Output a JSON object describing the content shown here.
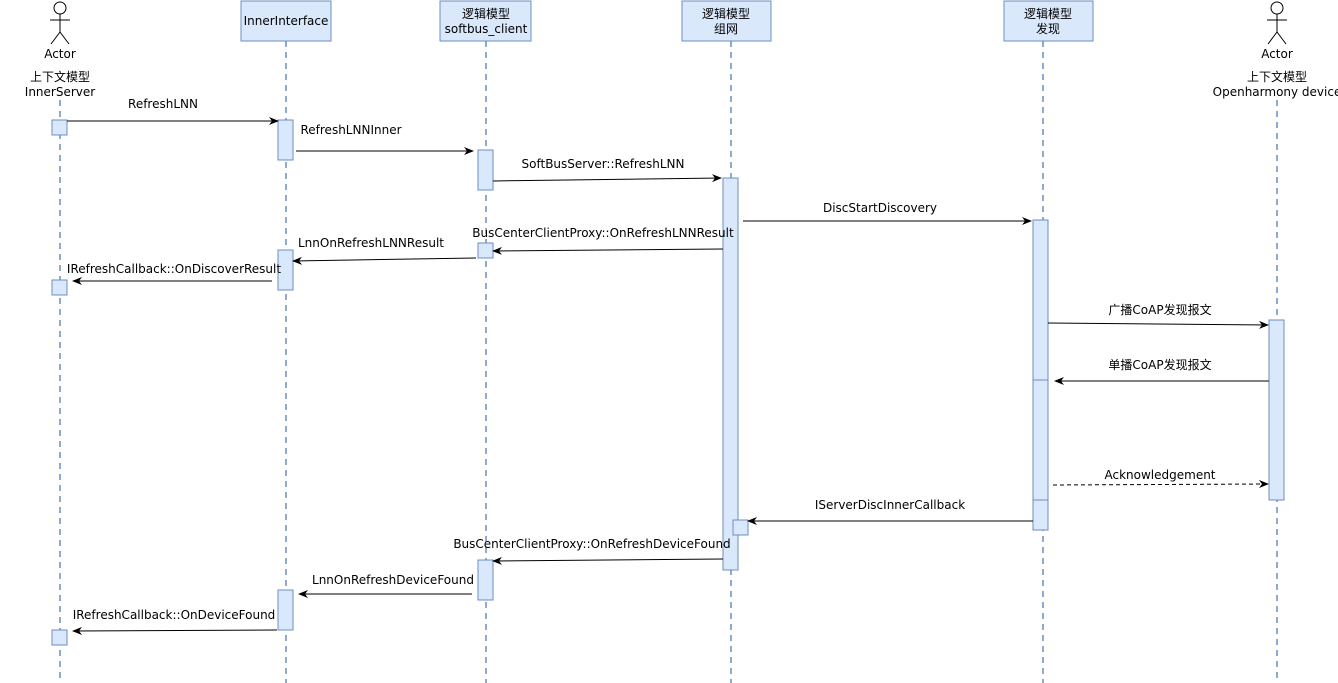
{
  "actors": [
    {
      "id": "inner_server",
      "kind": "actor",
      "stereotype": "Actor",
      "name": [
        "上下文模型",
        "InnerServer"
      ]
    },
    {
      "id": "inner_interface",
      "kind": "box",
      "name": [
        "InnerInterface"
      ]
    },
    {
      "id": "softbus_client",
      "kind": "box",
      "name": [
        "逻辑模型",
        "softbus_client"
      ]
    },
    {
      "id": "networking",
      "kind": "box",
      "name": [
        "逻辑模型",
        "组网"
      ]
    },
    {
      "id": "discovery",
      "kind": "box",
      "name": [
        "逻辑模型",
        "发现"
      ]
    },
    {
      "id": "openharmony_device",
      "kind": "actor",
      "stereotype": "Actor",
      "name": [
        "上下文模型",
        "Openharmony device"
      ]
    }
  ],
  "messages": [
    {
      "label": "RefreshLNN",
      "from": "inner_server",
      "to": "inner_interface",
      "style": "solid"
    },
    {
      "label": "RefreshLNNInner",
      "from": "inner_interface",
      "to": "softbus_client",
      "style": "solid"
    },
    {
      "label": "SoftBusServer::RefreshLNN",
      "from": "softbus_client",
      "to": "networking",
      "style": "solid"
    },
    {
      "label": "DiscStartDiscovery",
      "from": "networking",
      "to": "discovery",
      "style": "solid"
    },
    {
      "label": "BusCenterClientProxy::OnRefreshLNNResult",
      "from": "networking",
      "to": "softbus_client",
      "style": "solid"
    },
    {
      "label": "LnnOnRefreshLNNResult",
      "from": "softbus_client",
      "to": "inner_interface",
      "style": "solid"
    },
    {
      "label": "IRefreshCallback::OnDiscoverResult",
      "from": "inner_interface",
      "to": "inner_server",
      "style": "solid"
    },
    {
      "label": "广播CoAP发现报文",
      "from": "discovery",
      "to": "openharmony_device",
      "style": "solid"
    },
    {
      "label": "单播CoAP发现报文",
      "from": "openharmony_device",
      "to": "discovery",
      "style": "solid"
    },
    {
      "label": "Acknowledgement",
      "from": "discovery",
      "to": "openharmony_device",
      "style": "dashed"
    },
    {
      "label": "IServerDiscInnerCallback",
      "from": "discovery",
      "to": "networking",
      "style": "solid"
    },
    {
      "label": "BusCenterClientProxy::OnRefreshDeviceFound",
      "from": "networking",
      "to": "softbus_client",
      "style": "solid"
    },
    {
      "label": "LnnOnRefreshDeviceFound",
      "from": "softbus_client",
      "to": "inner_interface",
      "style": "solid"
    },
    {
      "label": "IRefreshCallback::OnDeviceFound",
      "from": "inner_interface",
      "to": "inner_server",
      "style": "solid"
    }
  ],
  "colors": {
    "box_fill": "#dae8fc",
    "box_stroke": "#6c8ebf",
    "lifeline": "#6c8ebf",
    "arrow": "#000000"
  }
}
